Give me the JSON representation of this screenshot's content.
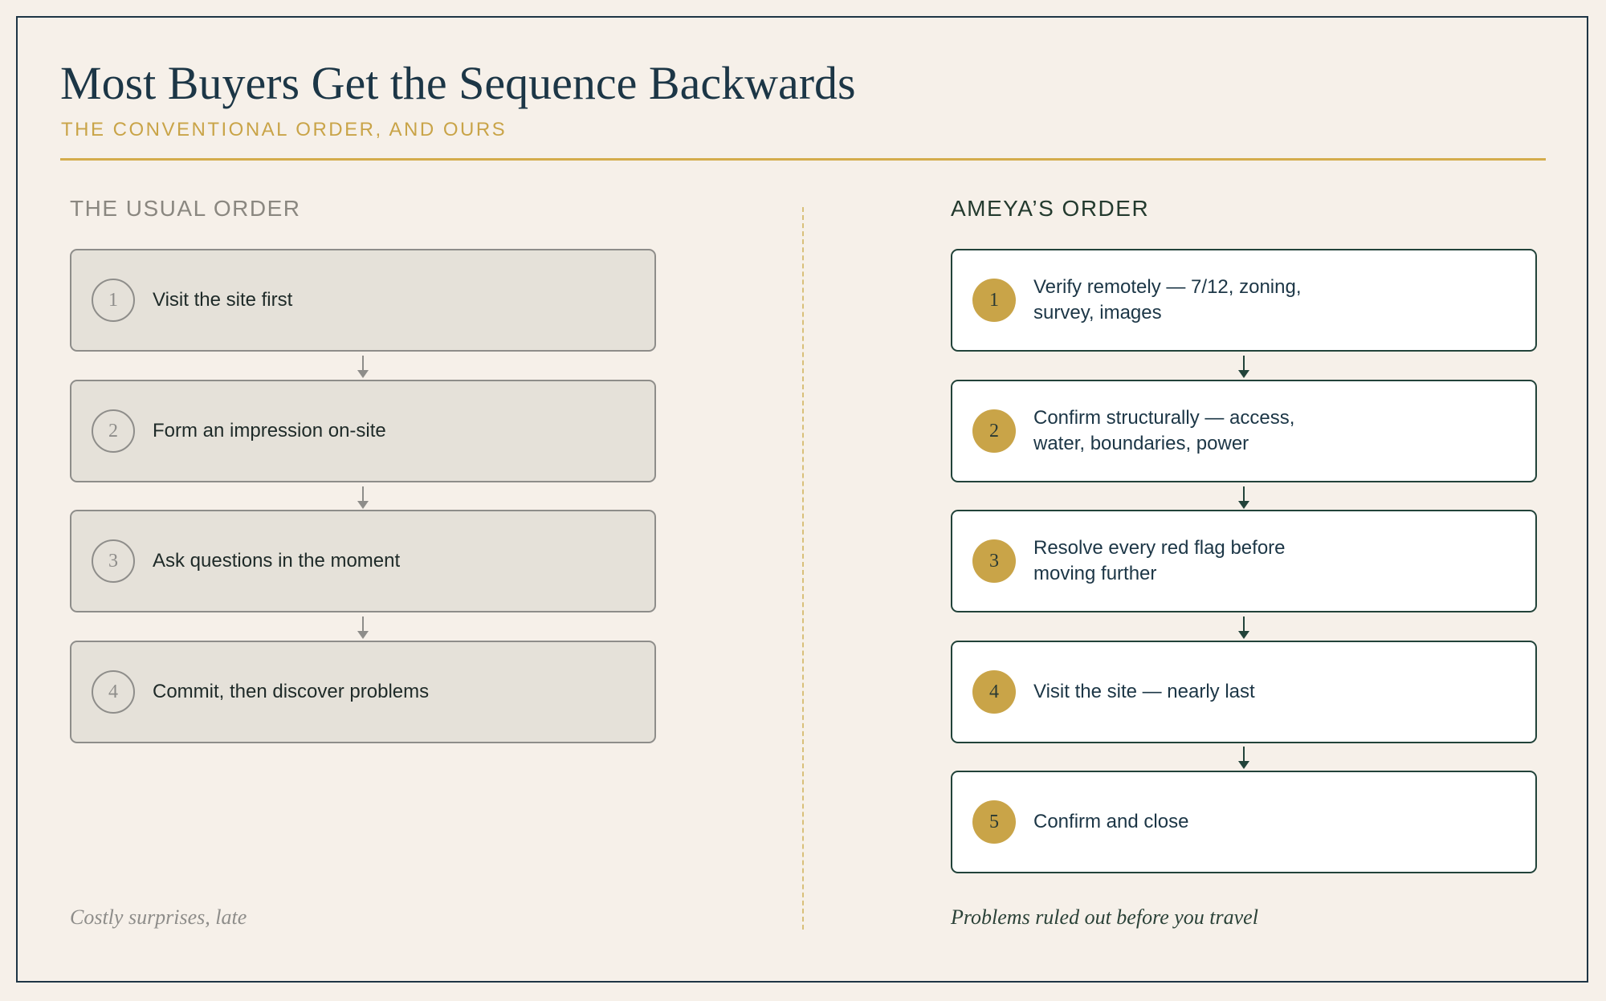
{
  "header": {
    "title": "Most Buyers Get the Sequence Backwards",
    "subtitle": "THE CONVENTIONAL ORDER, AND OURS"
  },
  "usual": {
    "heading": "THE USUAL ORDER",
    "steps": [
      {
        "num": "1",
        "text": "Visit the site first"
      },
      {
        "num": "2",
        "text": "Form an impression on-site"
      },
      {
        "num": "3",
        "text": "Ask questions in the moment"
      },
      {
        "num": "4",
        "text": "Commit, then discover problems"
      }
    ],
    "footer": "Costly surprises, late"
  },
  "ours": {
    "heading": "AMEYA’S ORDER",
    "steps": [
      {
        "num": "1",
        "text": "Verify remotely — 7/12, zoning, survey, images"
      },
      {
        "num": "2",
        "text": "Confirm structurally — access, water, boundaries, power"
      },
      {
        "num": "3",
        "text": "Resolve every red flag before moving further"
      },
      {
        "num": "4",
        "text": "Visit the site — nearly last"
      },
      {
        "num": "5",
        "text": "Confirm and close"
      }
    ],
    "footer": "Problems ruled out before you travel"
  },
  "colors": {
    "navy": "#1c3646",
    "gold": "#c9a448",
    "green": "#22433a",
    "gray": "#8e8d8a",
    "background": "#f6f0e9"
  }
}
